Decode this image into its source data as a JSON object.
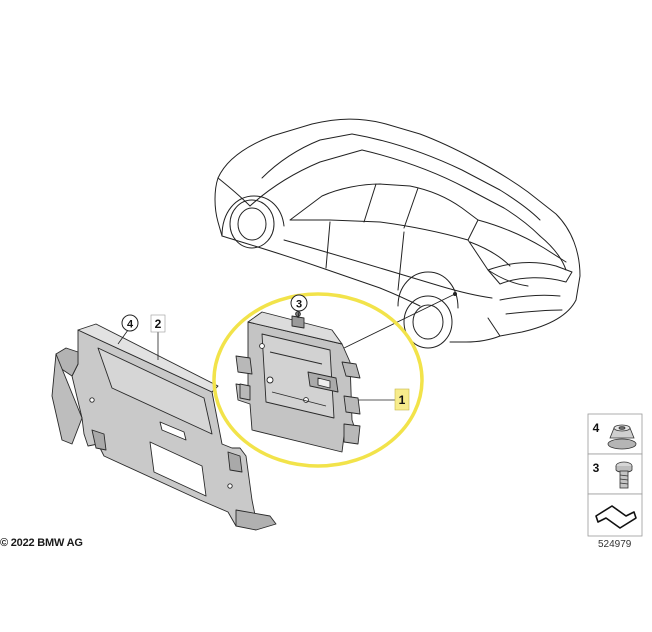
{
  "copyright": "© 2022 BMW AG",
  "diagram_id": "524979",
  "callouts": {
    "c1": "1",
    "c2": "2",
    "c3": "3",
    "c4": "4"
  },
  "legend": {
    "item_4": "4",
    "item_3": "3"
  },
  "colors": {
    "highlight_ring": "#f2e34a",
    "callout_box": "#f7ec8c",
    "part_fill": "#c8c8c8",
    "outline": "#222222"
  }
}
